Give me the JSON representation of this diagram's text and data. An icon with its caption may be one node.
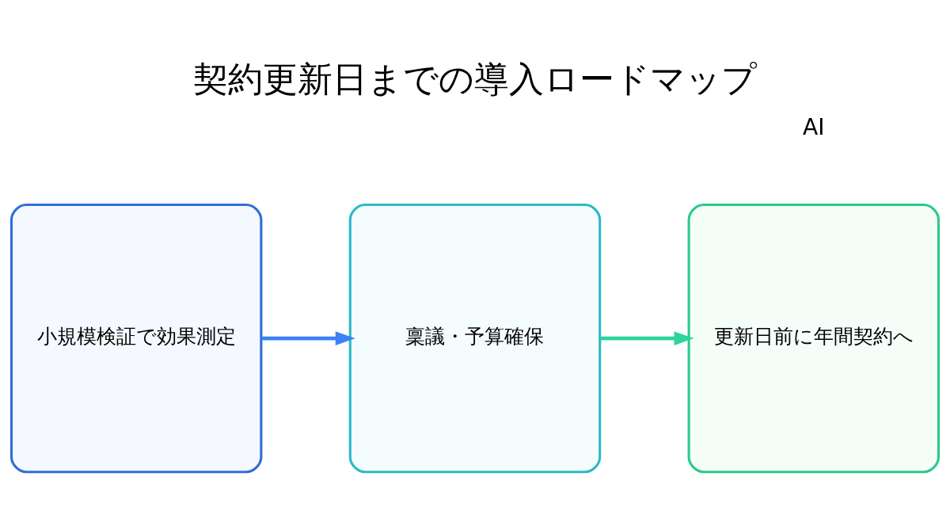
{
  "diagram": {
    "title": "契約更新日までの導入ロードマップ",
    "nodes": [
      {
        "text": [
          "小規模検証で効果測定"
        ]
      },
      {
        "text": [
          "稟議・予算確保"
        ]
      },
      {
        "text": [
          "更新日前に年間契約へ"
        ]
      }
    ],
    "edges": [
      {
        "from": 0,
        "to": 1,
        "arrow": "to",
        "color": "#3b82f6"
      },
      {
        "from": 1,
        "to": 2,
        "arrow": "to",
        "color": "#2dd4a0"
      }
    ],
    "labels": [
      "AI"
    ]
  }
}
